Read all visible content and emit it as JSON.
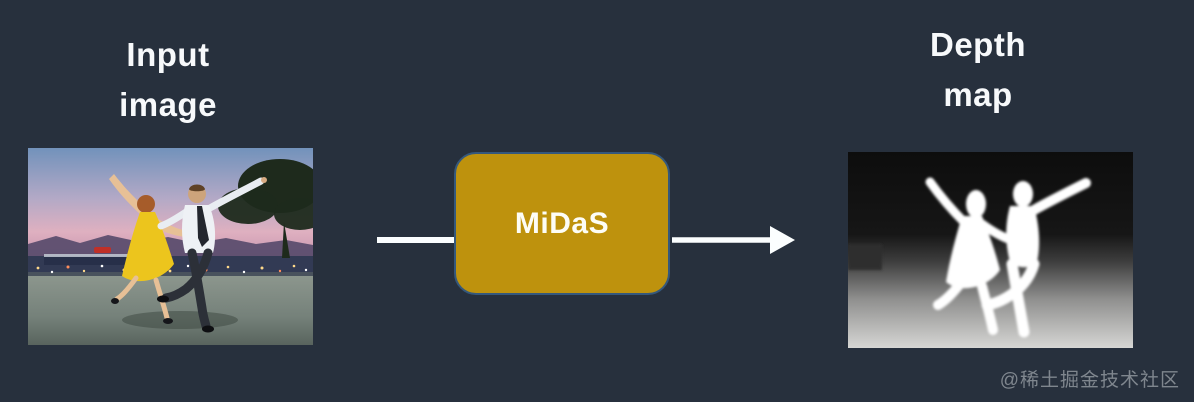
{
  "page": {
    "background_color": "#27303d"
  },
  "diagram": {
    "input": {
      "label": "Input\nimage",
      "image_description": "Photo of a couple dancing outdoors at dusk: woman in a yellow dress and man in white shirt with dark tie, arms outstretched, hills, city lights and a tree behind them"
    },
    "model": {
      "label": "MiDaS",
      "box_fill": "#be920d",
      "box_border": "#35587c",
      "label_color": "#ffffff"
    },
    "output": {
      "label": "Depth\nmap",
      "image_description": "Grayscale depth map of the same scene: bright white silhouettes of the two dancers on a near-black background, ground brightening toward the viewer"
    },
    "connector_color": "#ffffff"
  },
  "watermark": {
    "text": "@稀土掘金技术社区",
    "color": "#7f868e"
  }
}
